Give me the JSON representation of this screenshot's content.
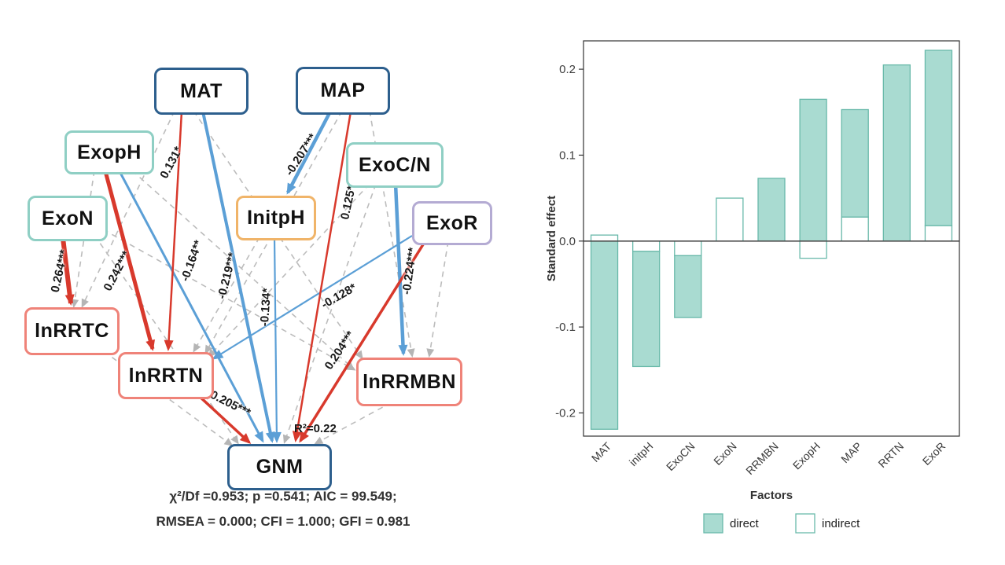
{
  "sem": {
    "nodes": [
      {
        "id": "MAT",
        "label": "MAT"
      },
      {
        "id": "MAP",
        "label": "MAP"
      },
      {
        "id": "ExopH",
        "label": "ExopH"
      },
      {
        "id": "ExoCN",
        "label": "ExoC/N"
      },
      {
        "id": "ExoN",
        "label": "ExoN"
      },
      {
        "id": "InitpH",
        "label": "InitpH"
      },
      {
        "id": "ExoR",
        "label": "ExoR"
      },
      {
        "id": "lnRRTC",
        "label": "lnRRTC"
      },
      {
        "id": "lnRRTN",
        "label": "lnRRTN"
      },
      {
        "id": "lnRRMBN",
        "label": "lnRRMBN"
      },
      {
        "id": "GNM",
        "label": "GNM"
      }
    ],
    "path_labels": [
      {
        "path": "MAT to lnRRTN",
        "label": "0.131*"
      },
      {
        "path": "MAP to InitpH",
        "label": "-0.207***"
      },
      {
        "path": "MAP to GNM",
        "label": "0.125*"
      },
      {
        "path": "ExoN to lnRRTC",
        "label": "0.264***"
      },
      {
        "path": "ExopH to lnRRTN",
        "label": "0.242***"
      },
      {
        "path": "ExopH to GNM",
        "label": "-0.164**"
      },
      {
        "path": "MAT to GNM",
        "label": "-0.219***"
      },
      {
        "path": "InitpH to GNM",
        "label": "-0.134*"
      },
      {
        "path": "ExoR to lnRRTN",
        "label": "-0.128*"
      },
      {
        "path": "ExoCN to lnRRMBN",
        "label": "-0.224***"
      },
      {
        "path": "ExoR to GNM",
        "label": "0.204***"
      },
      {
        "path": "lnRRTN to GNM",
        "label": "0.205***"
      }
    ],
    "r2_label": "R²=0.22",
    "fit_stats_line1": "χ²/Df =0.953; p =0.541; AIC = 99.549;",
    "fit_stats_line2": "RMSEA = 0.000; CFI = 1.000; GFI = 0.981"
  },
  "chart_data": {
    "type": "bar",
    "title": "",
    "xlabel": "Factors",
    "ylabel": "Standard effect",
    "ylim": [
      -0.227,
      0.233
    ],
    "yticks": [
      -0.2,
      -0.1,
      0.0,
      0.1,
      0.2
    ],
    "grid": false,
    "legend_position": "bottom",
    "categories": [
      "MAT",
      "initpH",
      "ExoCN",
      "ExoN",
      "RRMBN",
      "ExopH",
      "MAP",
      "RRTN",
      "ExoR"
    ],
    "series": [
      {
        "name": "direct",
        "values": [
          -0.219,
          -0.134,
          -0.072,
          0,
          0.073,
          0.165,
          0.125,
          0.205,
          0.204
        ]
      },
      {
        "name": "indirect",
        "values": [
          0.007,
          -0.012,
          -0.017,
          0.05,
          0,
          -0.02,
          0.028,
          0,
          0.018
        ]
      }
    ],
    "colors": {
      "direct_fill": "#a9dbd1",
      "indirect_fill": "#ffffff",
      "bar_stroke": "#69b9aa"
    }
  }
}
